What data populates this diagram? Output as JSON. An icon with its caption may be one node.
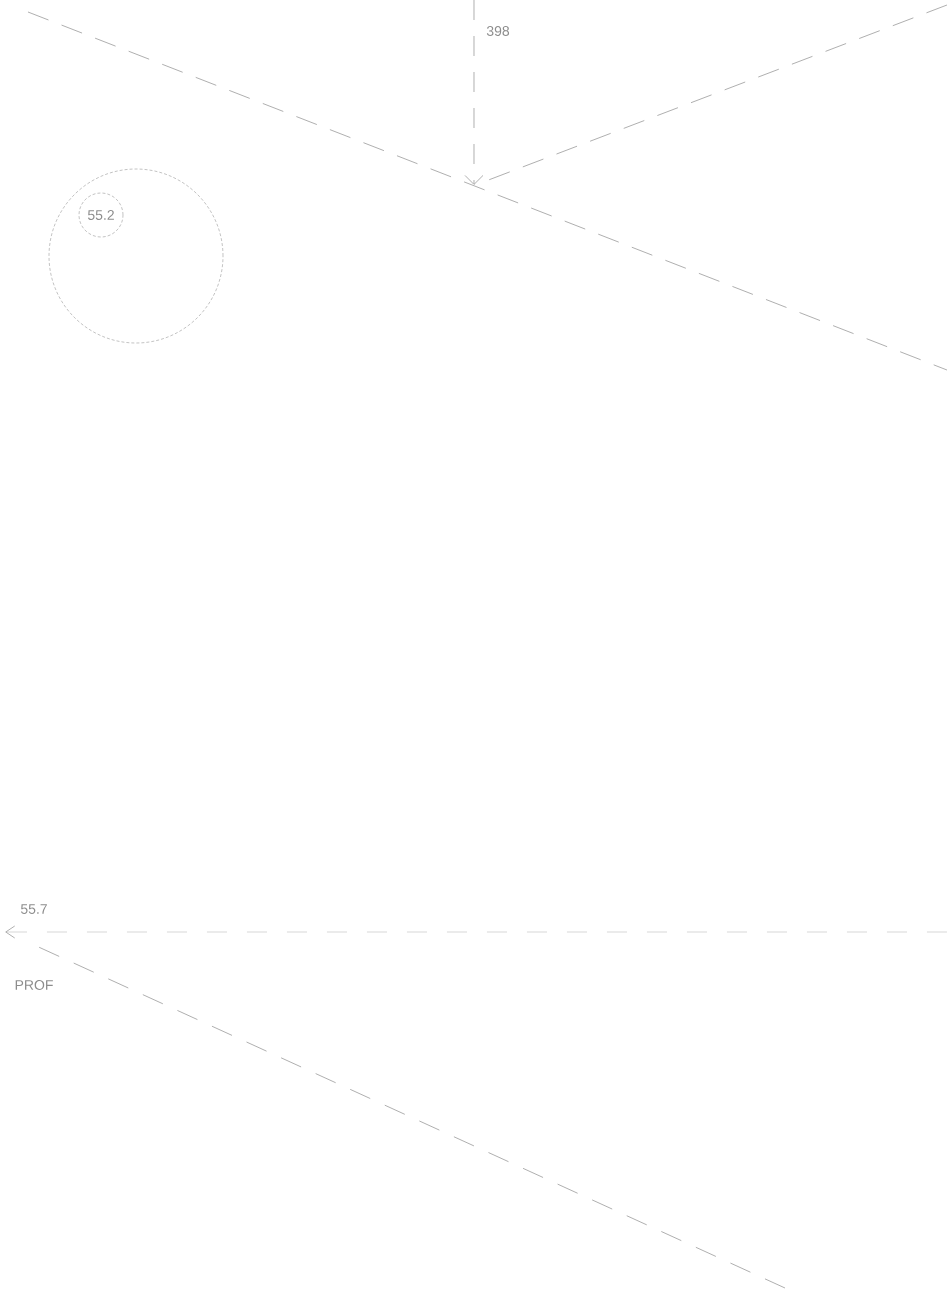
{
  "diagram": {
    "nodes": [
      {
        "text": [],
        "shape": "circle"
      },
      {
        "text": [
          "55.2"
        ],
        "in": 0
      }
    ],
    "labels": [
      "398",
      "55.7",
      "PROF"
    ]
  }
}
